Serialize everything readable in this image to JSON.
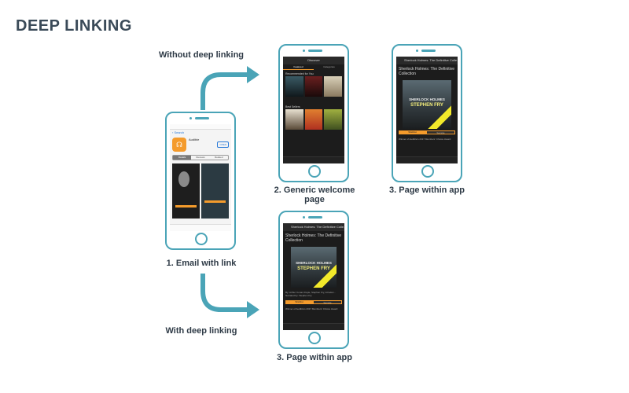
{
  "title": "DEEP LINKING",
  "labels": {
    "without": "Without deep linking",
    "with": "With deep linking",
    "email": "1. Email with link",
    "generic_line1": "2. Generic welcome",
    "generic_line2": "page",
    "page_top": "3. Page within app",
    "page_bottom": "3. Page within app"
  },
  "colors": {
    "accent": "#4aa4b7",
    "app_orange": "#f49b2c",
    "title": "#3a4a58"
  },
  "screens": {
    "store": {
      "back": "‹ Search",
      "app_name": "Audible",
      "tabs": [
        "Details",
        "Reviews",
        "Related"
      ],
      "active_tab": 0,
      "icon": "headphones-icon"
    },
    "discover": {
      "header": "Discover",
      "segments": [
        "Featured",
        "Categories"
      ],
      "section1": "Recommended for You",
      "section2": "Best Sellers"
    },
    "detail": {
      "header": "Sherlock Holmes: The Definitive Colle...",
      "heading": "Sherlock Holmes: The Definitive Collection",
      "cover_line1": "SHERLOCK HOLMES",
      "cover_line2": "STEPHEN FRY",
      "byline": "By: Arthur Conan Doyle, Stephen Fry, introduc...",
      "narrator": "Narrated by: Stephen Fry",
      "buttons": [
        "Wishlist",
        "Sample"
      ],
      "winner": "Winner of Audible's 2017 Members' Choice Award"
    }
  }
}
